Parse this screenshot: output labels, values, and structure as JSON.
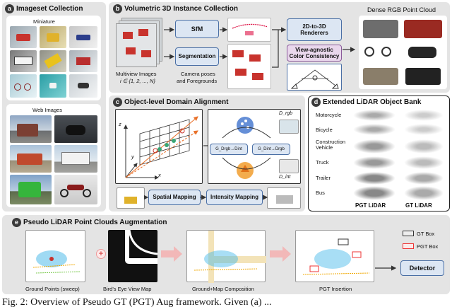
{
  "panel_a": {
    "badge": "a",
    "title": "Imageset Collection",
    "miniature_label": "Miniature",
    "web_label": "Web Images"
  },
  "panel_b": {
    "badge": "b",
    "title": "Volumetric 3D Instance Collection",
    "multiview_caption": "Multiview Images",
    "multiview_index": "i ∈ {1, 2, ..., N}",
    "sfm": "SfM",
    "segmentation": "Segmentation",
    "camera_caption_1": "Camera poses",
    "camera_caption_2": "and Foregrounds",
    "renderers": "2D-to-3D Renderers",
    "color_consistency": "View-agnostic Color Consistency",
    "dense_title": "Dense RGB Point Cloud"
  },
  "panel_c": {
    "badge": "c",
    "title": "Object-level Domain Alignment",
    "axis_z": "z",
    "axis_y": "y",
    "axis_x": "x",
    "d_rgb": "D_rgb",
    "d_int": "D_int",
    "g_top": "G_Drgb→Dint",
    "g_right": "G_Dint→Drgb",
    "spatial_mapping": "Spatial Mapping",
    "intensity_mapping": "Intensity Mapping"
  },
  "panel_d": {
    "badge": "d",
    "title": "Extended LiDAR Object Bank",
    "rows": [
      "Motorcycle",
      "Bicycle",
      "Construction Vehicle",
      "Truck",
      "Trailer",
      "Bus"
    ],
    "col_pgt": "PGT LiDAR",
    "col_gt": "GT LiDAR"
  },
  "panel_e": {
    "badge": "e",
    "title": "Pseudo LiDAR Point Clouds Augmentation",
    "cap_ground": "Ground Points (sweep)",
    "cap_bev": "Bird's Eye View Map",
    "cap_comp": "Ground+Map Composition",
    "cap_insert": "PGT Insertion",
    "legend_gt": "GT Box",
    "legend_pgt": "PGT Box",
    "detector": "Detector",
    "plus": "+"
  },
  "caption_fragment": "Fig. 2: Overview of Pseudo GT (PGT) Aug framework. Given (a) ...",
  "colors": {
    "panel_gray": "#e4e4e4",
    "box_blue": "#dce6f3",
    "box_border": "#4a6fa5",
    "arrow_pink": "#f2b8b8",
    "red_car": "#c8332d",
    "detector_border": "#4a6fa5"
  }
}
